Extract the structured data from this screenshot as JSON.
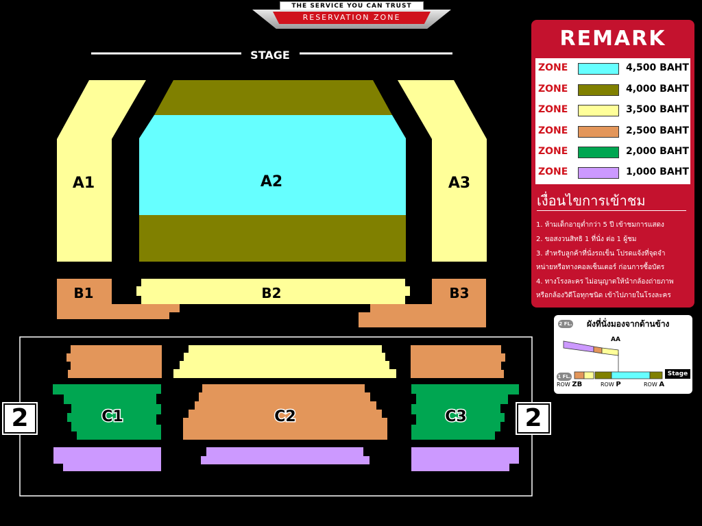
{
  "header": {
    "tagline": "THE SERVICE YOU CAN TRUST",
    "title": "RESERVATION  ZONE"
  },
  "stage_label": "STAGE",
  "zones": {
    "a1": "A1",
    "a2": "A2",
    "a3": "A3",
    "b1": "B1",
    "b2": "B2",
    "b3": "B3",
    "c1": "C1",
    "c2": "C2",
    "c3": "C3"
  },
  "floor_badge": "2",
  "colors": {
    "cyan": "#66ffff",
    "olive": "#808000",
    "yellow": "#ffff99",
    "orange": "#e3965a",
    "green": "#00a651",
    "purple": "#cc99ff",
    "remark_red": "#c4122e"
  },
  "remark": {
    "title": "REMARK",
    "legend": [
      {
        "zone": "ZONE",
        "price": "4,500 BAHT",
        "color": "#66ffff"
      },
      {
        "zone": "ZONE",
        "price": "4,000 BAHT",
        "color": "#808000"
      },
      {
        "zone": "ZONE",
        "price": "3,500 BAHT",
        "color": "#ffff99"
      },
      {
        "zone": "ZONE",
        "price": "2,500 BAHT",
        "color": "#e3965a"
      },
      {
        "zone": "ZONE",
        "price": "2,000 BAHT",
        "color": "#00a651"
      },
      {
        "zone": "ZONE",
        "price": "1,000 BAHT",
        "color": "#cc99ff"
      }
    ],
    "conditions_title": "เงื่อนไขการเข้าชม",
    "conditions": [
      "1. ห้ามเด็กอายุต่ำกว่า 5 ปี เข้าชมการแสดง",
      "2. ขอสงวนสิทธิ 1 ที่นั่ง ต่อ 1 ผู้ชม",
      "3. สำหรับลูกค้าที่นั่งรถเข็น โปรดแจ้งที่จุดจำ",
      "    หน่ายหรือทางคอลเซ็นเตอร์ ก่อนการซื้อบัตร",
      "4. ทางโรงละคร ไม่อนุญาตให้นำกล้องถ่ายภาพ",
      "    หรือกล้องวิดีโอทุกชนิด เข้าไปภายในโรงละคร"
    ]
  },
  "sideview": {
    "title": "ผังที่นั่งมองจากด้านข้าง",
    "fl2": "2 FL.",
    "fl1": "1 FL.",
    "aa": "AA",
    "stage": "Stage",
    "row_prefix": "ROW",
    "row_zb": "ZB",
    "row_p": "P",
    "row_a": "A"
  }
}
